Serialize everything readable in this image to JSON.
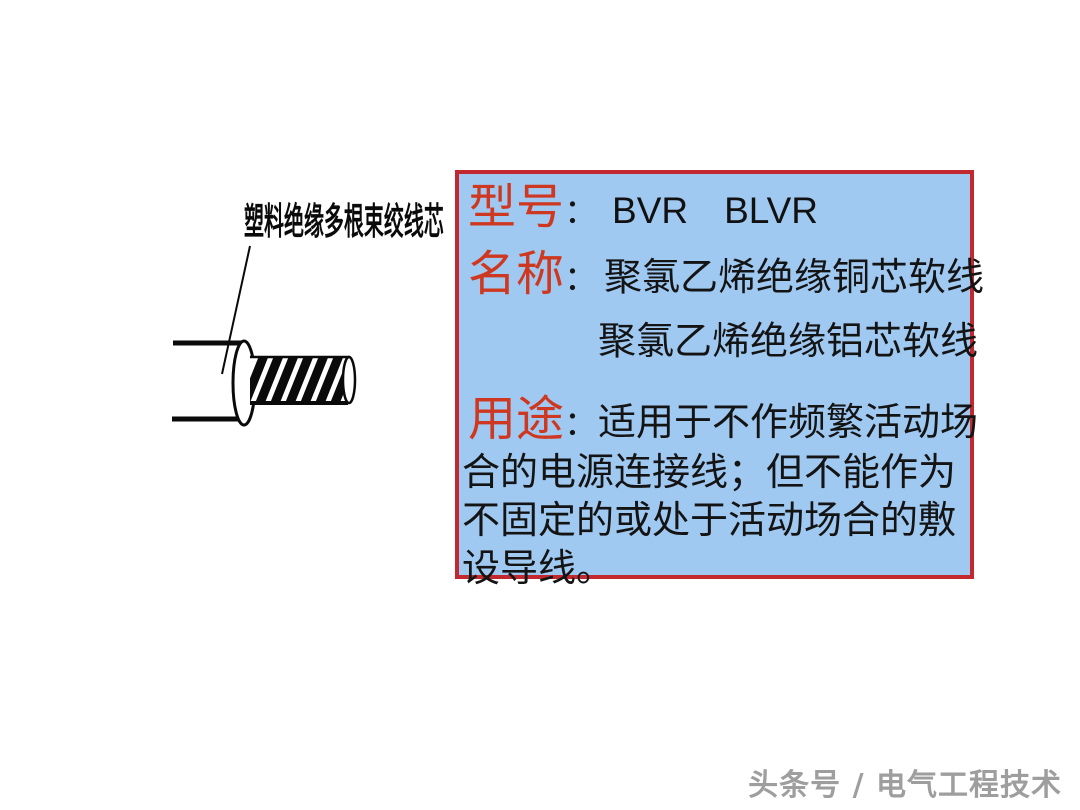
{
  "diagram": {
    "label": "塑料绝缘多根束绞线芯"
  },
  "box": {
    "model": {
      "label": "型号",
      "colon": "：",
      "values": [
        "BVR",
        "BLVR"
      ]
    },
    "name": {
      "label": "名称",
      "colon": "：",
      "lines": [
        "聚氯乙烯绝缘铜芯软线",
        "聚氯乙烯绝缘铝芯软线"
      ]
    },
    "usage": {
      "label": "用途",
      "colon": "：",
      "lines": [
        "适用于不作频繁活动场",
        "合的电源连接线；但不能作为",
        "不固定的或处于活动场合的敷",
        "设导线。"
      ]
    }
  },
  "footer": {
    "watermark": "头条号 / 电气工程技术"
  },
  "colors": {
    "box_background": "#a0c9f2",
    "box_border": "#c1292e",
    "label_red": "#cf3820",
    "body_text": "#141414",
    "watermark_gray": "#9e9e9e"
  }
}
